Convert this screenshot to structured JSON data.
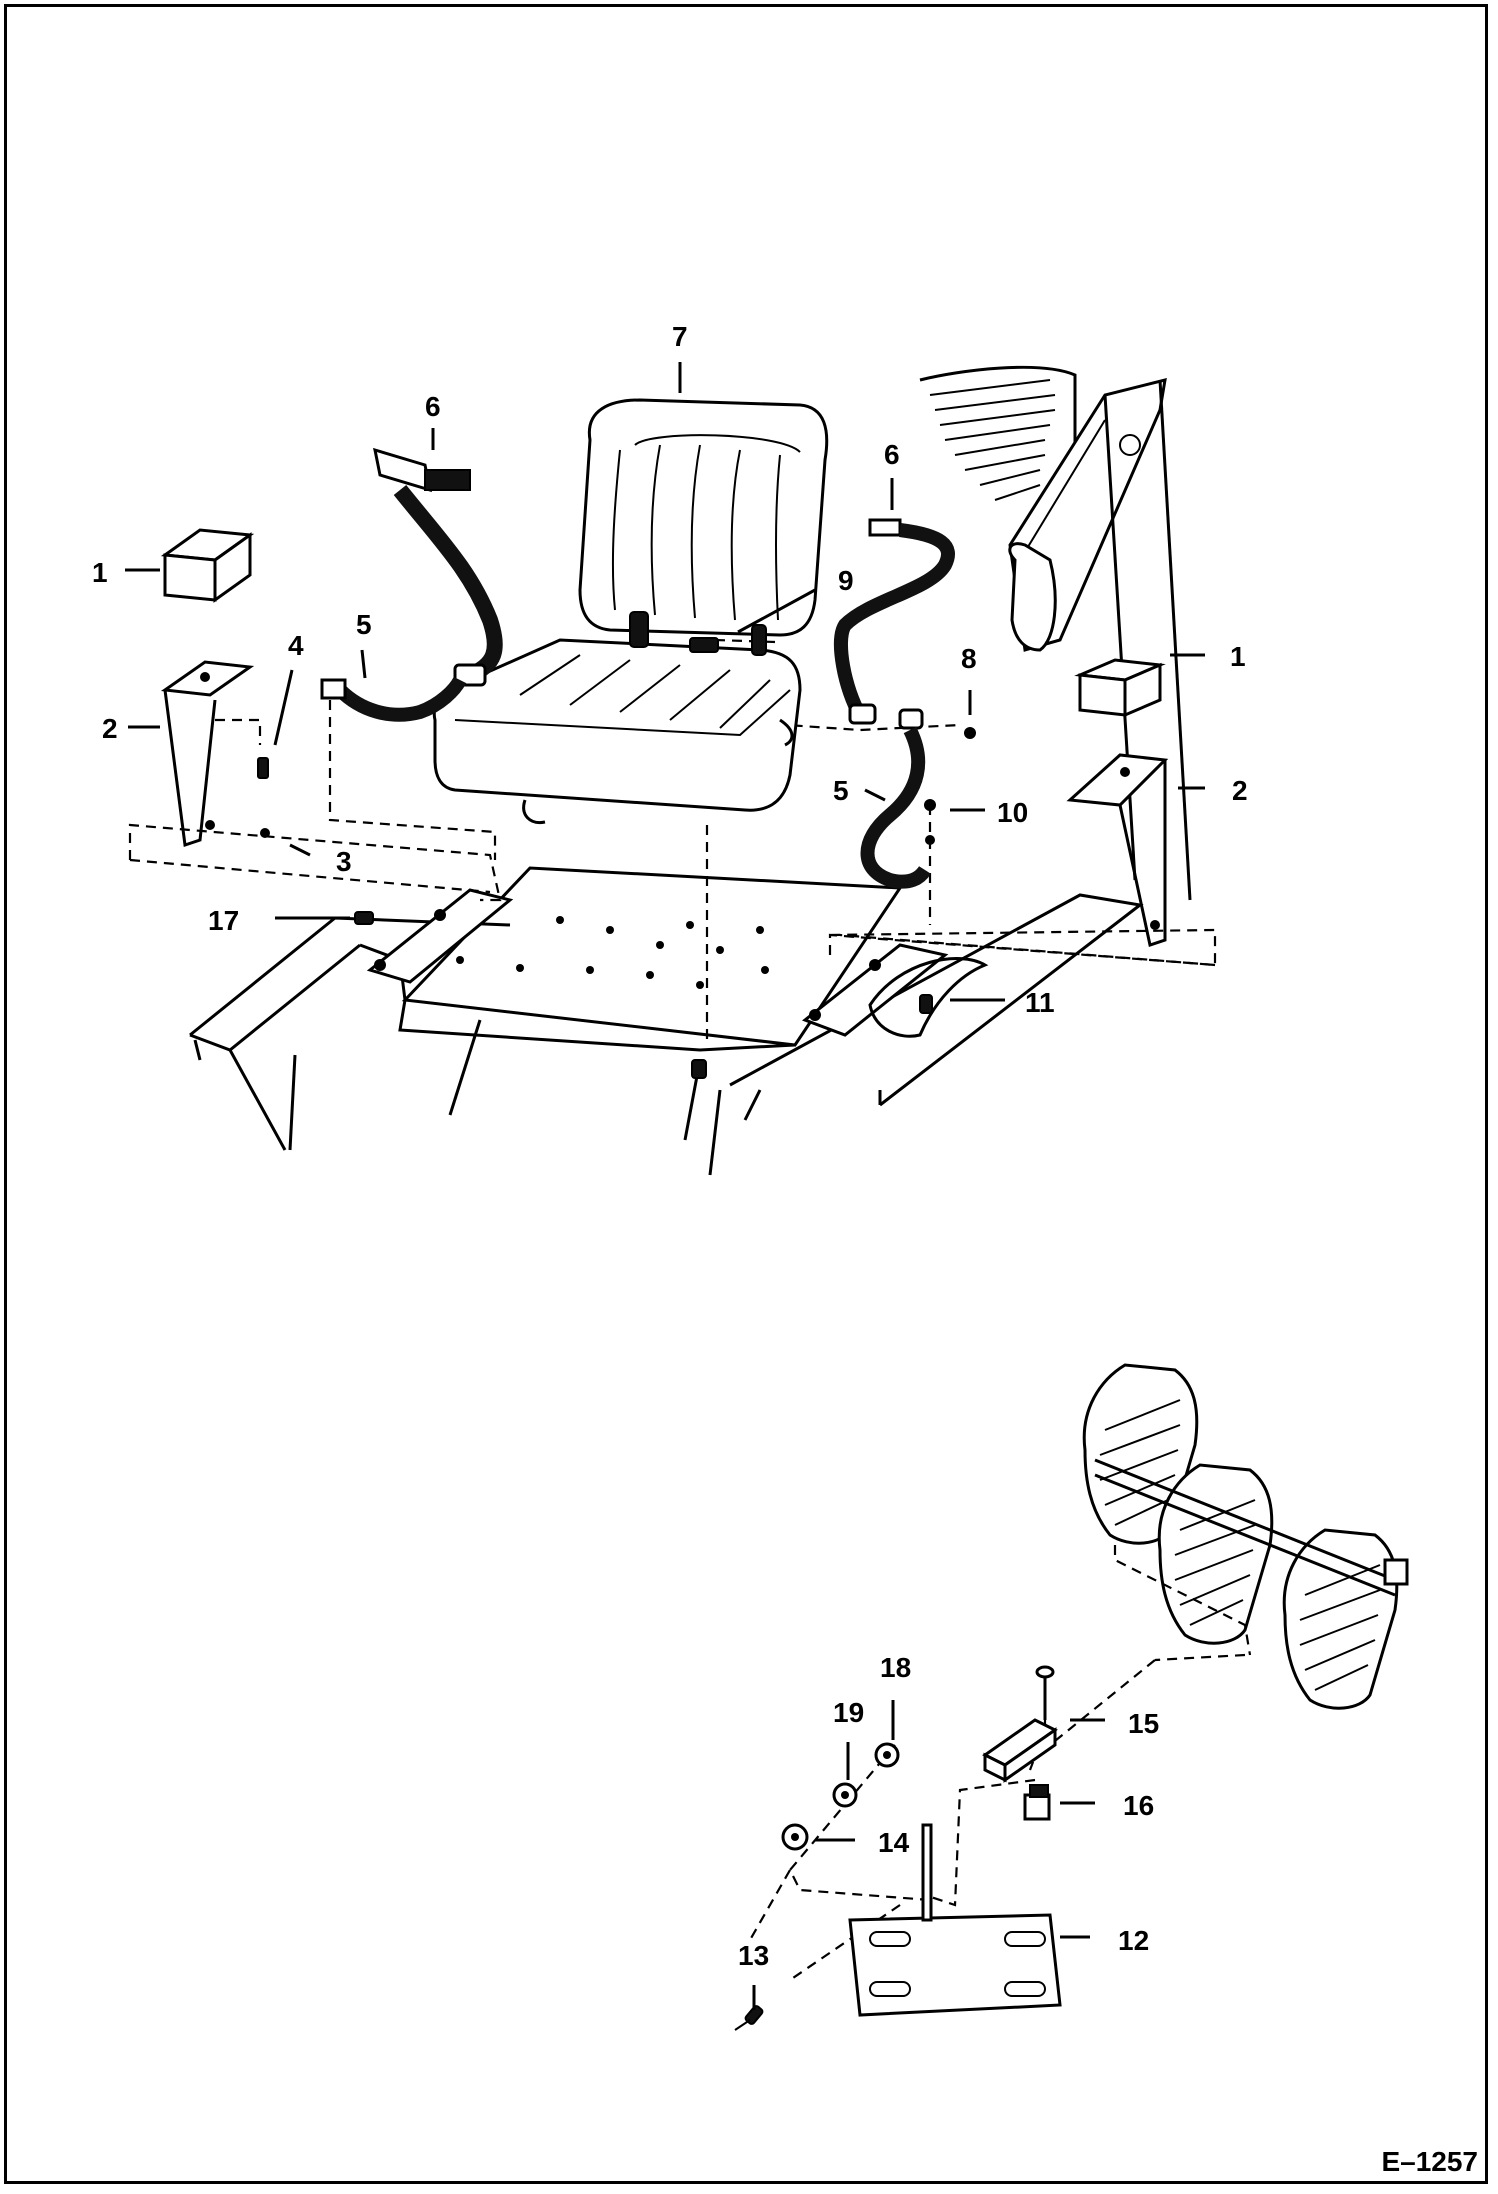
{
  "figure_id": "E–1257",
  "callouts": {
    "c1_left": "1",
    "c1_right": "1",
    "c2_left": "2",
    "c2_right": "2",
    "c3": "3",
    "c4": "4",
    "c5_left": "5",
    "c5_right": "5",
    "c6_left": "6",
    "c6_right": "6",
    "c7": "7",
    "c8": "8",
    "c9": "9",
    "c10": "10",
    "c11": "11",
    "c12": "12",
    "c13": "13",
    "c14": "14",
    "c15": "15",
    "c16": "16",
    "c17": "17",
    "c18": "18",
    "c19": "19"
  }
}
